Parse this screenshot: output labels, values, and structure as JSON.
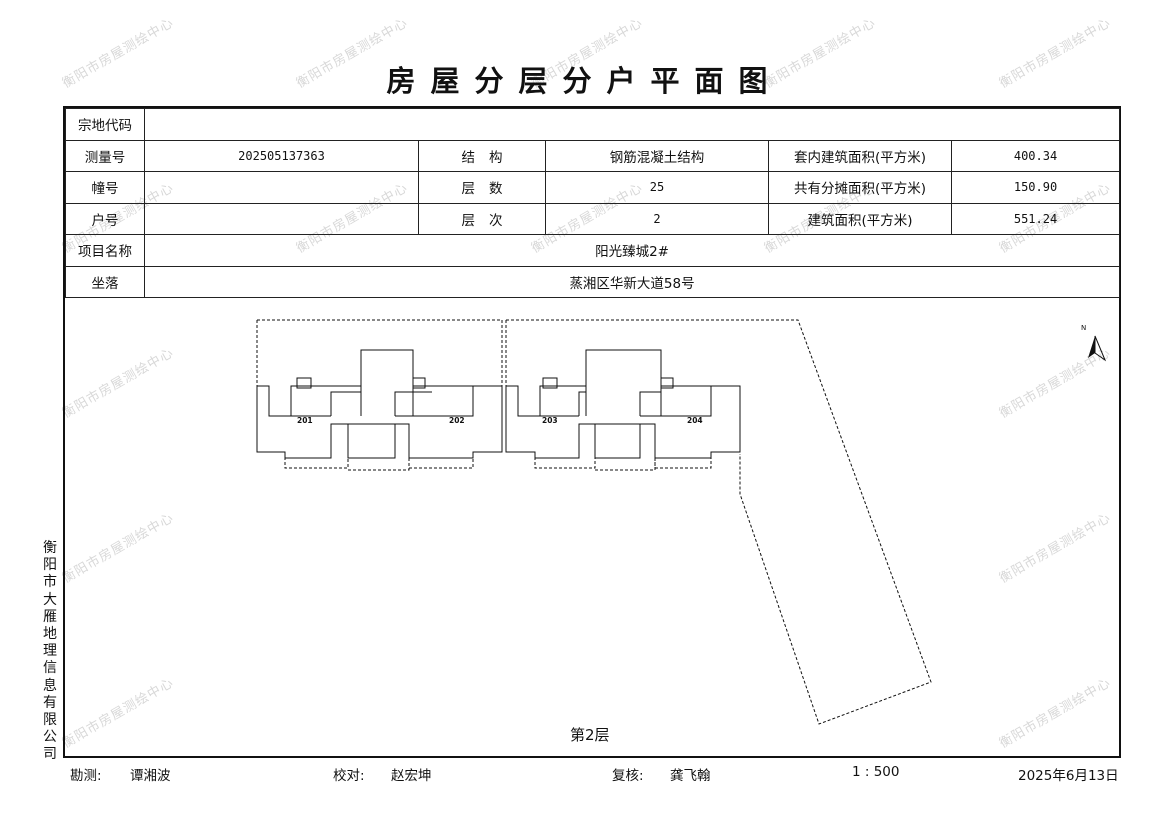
{
  "title": "房屋分层分户平面图",
  "watermark": "衡阳市房屋测绘中心",
  "info": {
    "zongdi_label": "宗地代码",
    "zongdi_value": "",
    "survey_label": "测量号",
    "survey_value": "202505137363",
    "structure_label": "结构",
    "structure_value": "钢筋混凝土结构",
    "inner_area_label": "套内建筑面积(平方米)",
    "inner_area_value": "400.34",
    "building_label": "幢号",
    "building_value": "",
    "floors_label": "层数",
    "floors_value": "25",
    "shared_area_label": "共有分摊面积(平方米)",
    "shared_area_value": "150.90",
    "unit_label": "户号",
    "unit_value": "",
    "floor_no_label": "层次",
    "floor_no_value": "2",
    "total_area_label": "建筑面积(平方米)",
    "total_area_value": "551.24",
    "project_label": "项目名称",
    "project_value": "阳光臻城2#",
    "location_label": "坐落",
    "location_value": "蒸湘区华新大道58号"
  },
  "plan": {
    "units": [
      "201",
      "202",
      "203",
      "204"
    ],
    "north": "N",
    "floor_label": "第2层"
  },
  "side_text": "衡阳市大雁地理信息有限公司",
  "footer": {
    "surveyor_label": "勘测:",
    "surveyor": "谭湘波",
    "checker_label": "校对:",
    "checker": "赵宏坤",
    "reviewer_label": "复核:",
    "reviewer": "龚飞翰",
    "scale": "1 : 500",
    "date": "2025年6月13日"
  }
}
